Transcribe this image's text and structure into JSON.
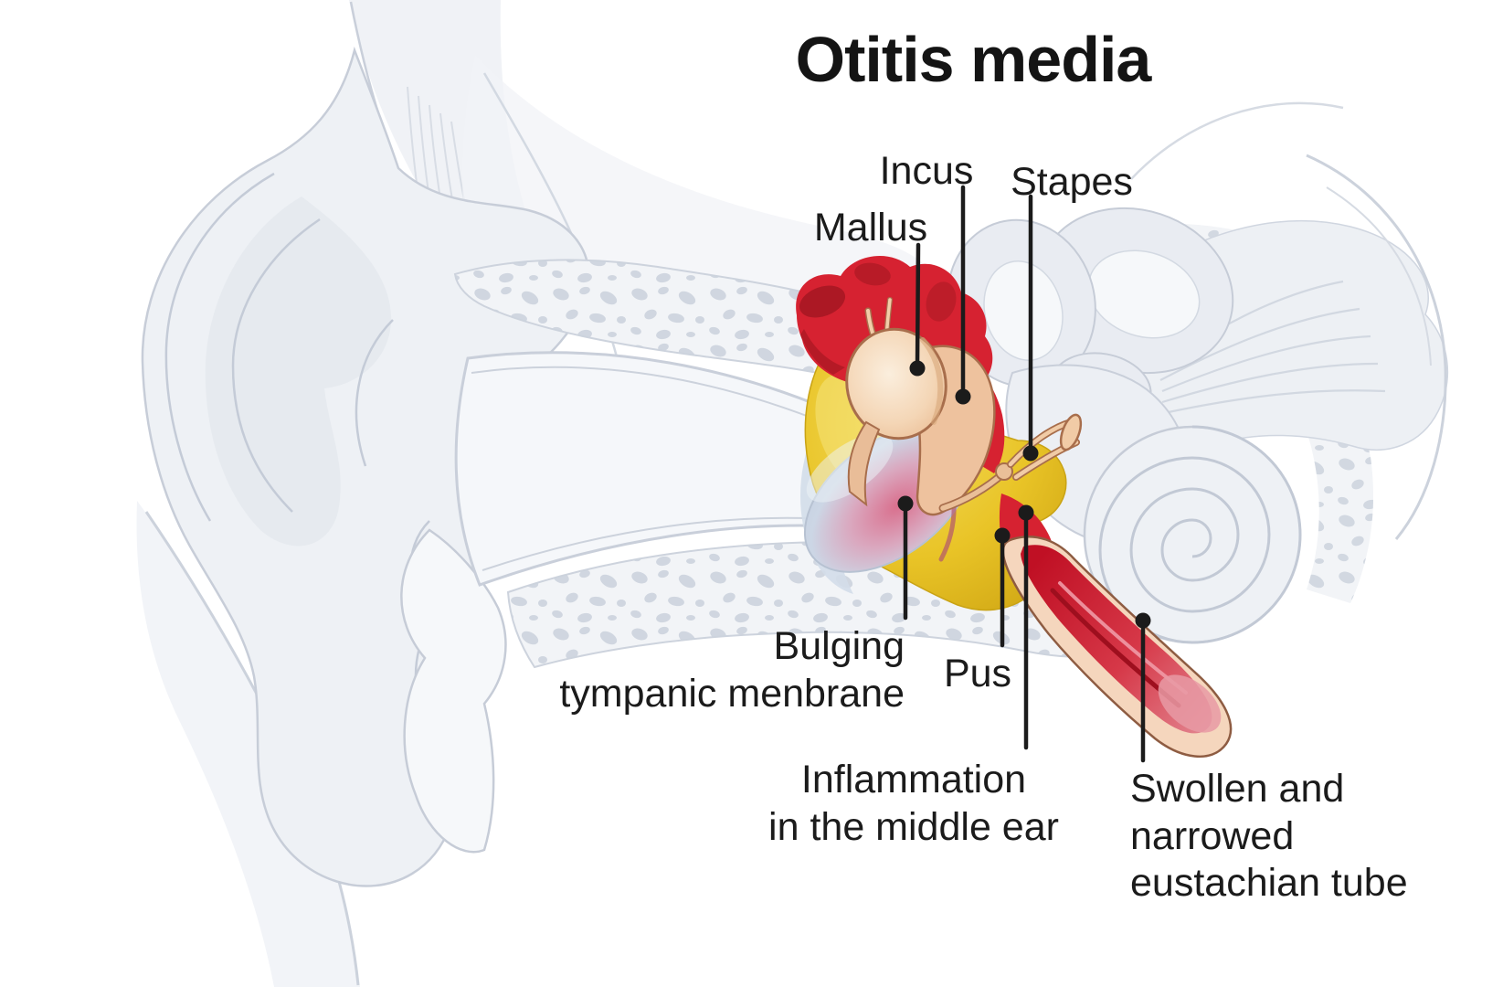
{
  "title": "Otitis media",
  "labels": {
    "mallus": "Mallus",
    "incus": "Incus",
    "stapes": "Stapes",
    "bulging_tympanic_membrane": "Bulging\ntympanic menbrane",
    "pus": "Pus",
    "inflammation_middle_ear": "Inflammation\nin the middle ear",
    "swollen_eustachian_tube": "Swollen and\nnarrowed\neustachian tube"
  },
  "colors": {
    "label_text": "#1b1b1b",
    "leader_line": "#1b1b1b",
    "inflammation_red": "#d62231",
    "inflammation_dark_red": "#9e1520",
    "pus_yellow": "#e9c427",
    "ossicle_peach": "#f2cda9",
    "ossicle_outline": "#a86e4c",
    "tympanic_membrane_blue": "#c9d6e6",
    "tympanic_membrane_pink": "#d96f8d",
    "eustachian_tube_red": "#c01024",
    "eustachian_tube_rim": "#f5d6bd",
    "tissue_gray": "#eef1f5",
    "bone_outline_gray": "#c7cdd8",
    "bone_speckle_gray": "#ccd3dd",
    "background": "#ffffff"
  }
}
